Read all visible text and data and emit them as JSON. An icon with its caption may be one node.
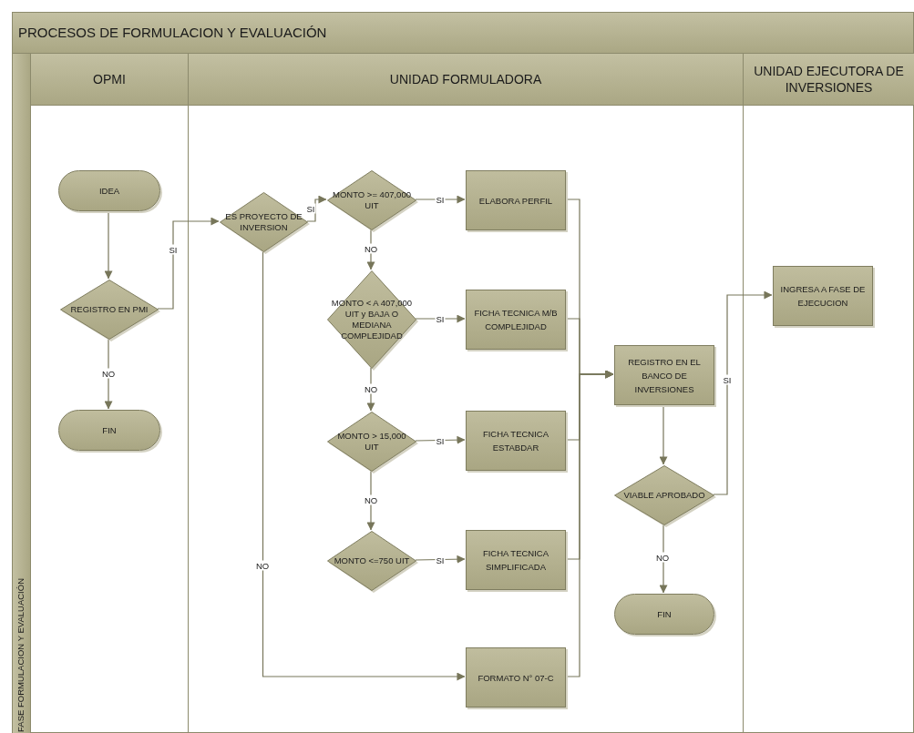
{
  "diagram": {
    "nodes": [
      {
        "text": [
          "PROCESOS DE FORMULACION Y EVALUACIÓN"
        ]
      },
      {
        "text": [
          "FASE FORMULACION Y EVALUACIÓN"
        ],
        "in": 0
      },
      {
        "text": [
          "OPMI"
        ],
        "in": 0
      },
      {
        "text": [
          "UNIDAD FORMULADORA"
        ],
        "in": 0
      },
      {
        "text": [
          "UNIDAD EJECUTORA DE INVERSIONES"
        ],
        "in": 0
      },
      {
        "text": [
          "IDEA"
        ],
        "in": 2
      },
      {
        "text": [
          "REGISTRO EN PMI"
        ],
        "in": 2
      },
      {
        "text": [
          "FIN"
        ],
        "in": 2
      },
      {
        "text": [
          "ES PROYECTO DE INVERSION"
        ],
        "in": 3
      },
      {
        "text": [
          "MONTO >= 407,000 UIT"
        ],
        "in": 3
      },
      {
        "text": [
          "MONTO < A 407,000 UIT y BAJA O MEDIANA COMPLEJIDAD"
        ],
        "in": 3
      },
      {
        "text": [
          "MONTO > 15,000 UIT"
        ],
        "in": 3
      },
      {
        "text": [
          "MONTO <=750 UIT"
        ],
        "in": 3
      },
      {
        "text": [
          "ELABORA PERFIL"
        ],
        "in": 3
      },
      {
        "text": [
          "FICHA TECNICA M/B COMPLEJIDAD"
        ],
        "in": 3
      },
      {
        "text": [
          "FICHA TECNICA ESTABDAR"
        ],
        "in": 3
      },
      {
        "text": [
          "FICHA TECNICA SIMPLIFICADA"
        ],
        "in": 3
      },
      {
        "text": [
          "FORMATO N° 07-C"
        ],
        "in": 3
      },
      {
        "text": [
          "REGISTRO EN EL BANCO DE INVERSIONES"
        ],
        "in": 3
      },
      {
        "text": [
          "VIABLE APROBADO"
        ],
        "in": 3
      },
      {
        "text": [
          "FIN"
        ],
        "in": 3
      },
      {
        "text": [
          "INGRESA A FASE DE EJECUCION"
        ],
        "in": 4
      }
    ],
    "edges": [
      {
        "from": 5,
        "to": 6,
        "arrow": "to"
      },
      {
        "from": 6,
        "to": 8,
        "arrow": "to",
        "label": "SI"
      },
      {
        "from": 6,
        "to": 7,
        "arrow": "to",
        "label": "NO"
      },
      {
        "from": 8,
        "to": 9,
        "arrow": "to",
        "label": "SI"
      },
      {
        "from": 9,
        "to": 13,
        "arrow": "to",
        "label": "SI"
      },
      {
        "from": 9,
        "to": 10,
        "arrow": "to",
        "label": "NO"
      },
      {
        "from": 10,
        "to": 14,
        "arrow": "to",
        "label": "SI"
      },
      {
        "from": 10,
        "to": 11,
        "arrow": "to",
        "label": "NO"
      },
      {
        "from": 11,
        "to": 15,
        "arrow": "to",
        "label": "SI"
      },
      {
        "from": 11,
        "to": 12,
        "arrow": "to",
        "label": "NO"
      },
      {
        "from": 12,
        "to": 16,
        "arrow": "to",
        "label": "SI"
      },
      {
        "from": 8,
        "to": 17,
        "arrow": "to",
        "label": "NO"
      },
      {
        "from": 13,
        "to": 18,
        "arrow": "to"
      },
      {
        "from": 14,
        "to": 18,
        "arrow": "to"
      },
      {
        "from": 15,
        "to": 18,
        "arrow": "to"
      },
      {
        "from": 16,
        "to": 18,
        "arrow": "to"
      },
      {
        "from": 17,
        "to": 18,
        "arrow": "to"
      },
      {
        "from": 18,
        "to": 19,
        "arrow": "to"
      },
      {
        "from": 19,
        "to": 21,
        "arrow": "to",
        "label": "SI"
      },
      {
        "from": 19,
        "to": 20,
        "arrow": "to",
        "label": "NO"
      }
    ]
  }
}
